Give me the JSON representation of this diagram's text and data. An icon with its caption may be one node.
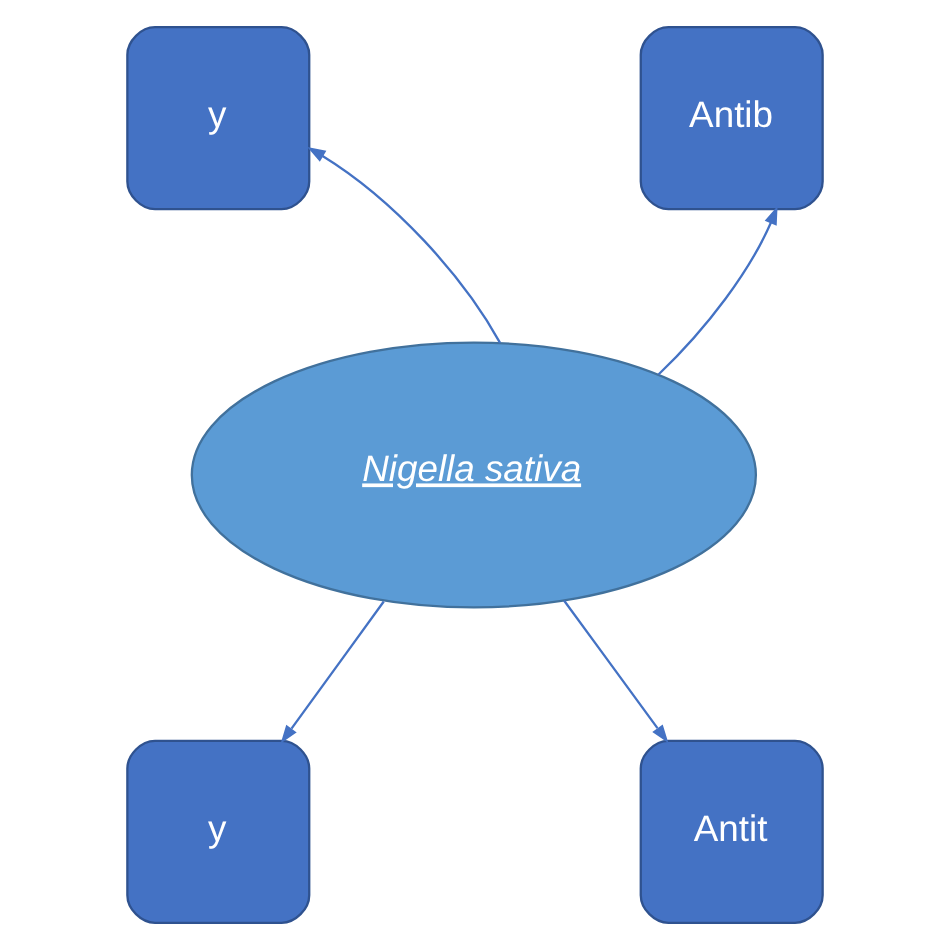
{
  "diagram": {
    "nodes": [
      {
        "text": [
          "y"
        ]
      },
      {
        "text": [
          "Antib"
        ]
      },
      {
        "text": [
          "Nigella sativa"
        ]
      },
      {
        "text": [
          "y"
        ]
      },
      {
        "text": [
          "Antit"
        ]
      }
    ],
    "edges": [
      {
        "from": 2,
        "to": 0,
        "arrow": "to"
      },
      {
        "from": 2,
        "to": 1,
        "arrow": "to"
      },
      {
        "from": 2,
        "to": 3,
        "arrow": "to"
      },
      {
        "from": 2,
        "to": 4,
        "arrow": "to"
      }
    ]
  }
}
